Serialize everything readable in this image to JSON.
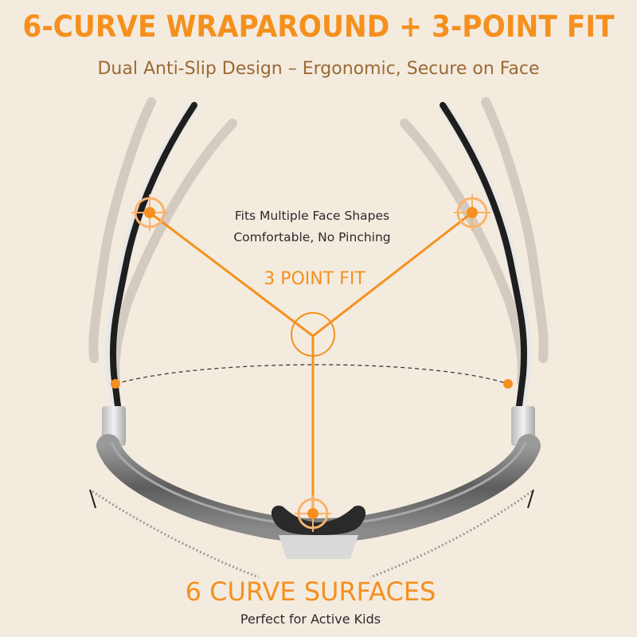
{
  "header": {
    "title": "6-CURVE WRAPAROUND + 3-POINT FIT",
    "subtitle": "Dual Anti-Slip Design – Ergonomic, Secure on Face"
  },
  "callouts": {
    "fits_line1": "Fits Multiple Face Shapes",
    "fits_line2": "Comfortable, No Pinching",
    "point_fit_label": "3 POINT FIT"
  },
  "footer": {
    "title": "6 CURVE SURFACES",
    "subtitle": "Perfect for Active Kids"
  },
  "colors": {
    "background": "#f4ebdf",
    "accent_orange": "#f5901e",
    "subtitle_brown": "#9a6a33",
    "text_dark": "#2a2a2a",
    "frame_gray": "#6b6b6b",
    "frame_dark": "#1e1e1e"
  },
  "icons": [
    "crosshair-target-icon",
    "fit-point-dot-icon",
    "curve-arrow-icon"
  ]
}
